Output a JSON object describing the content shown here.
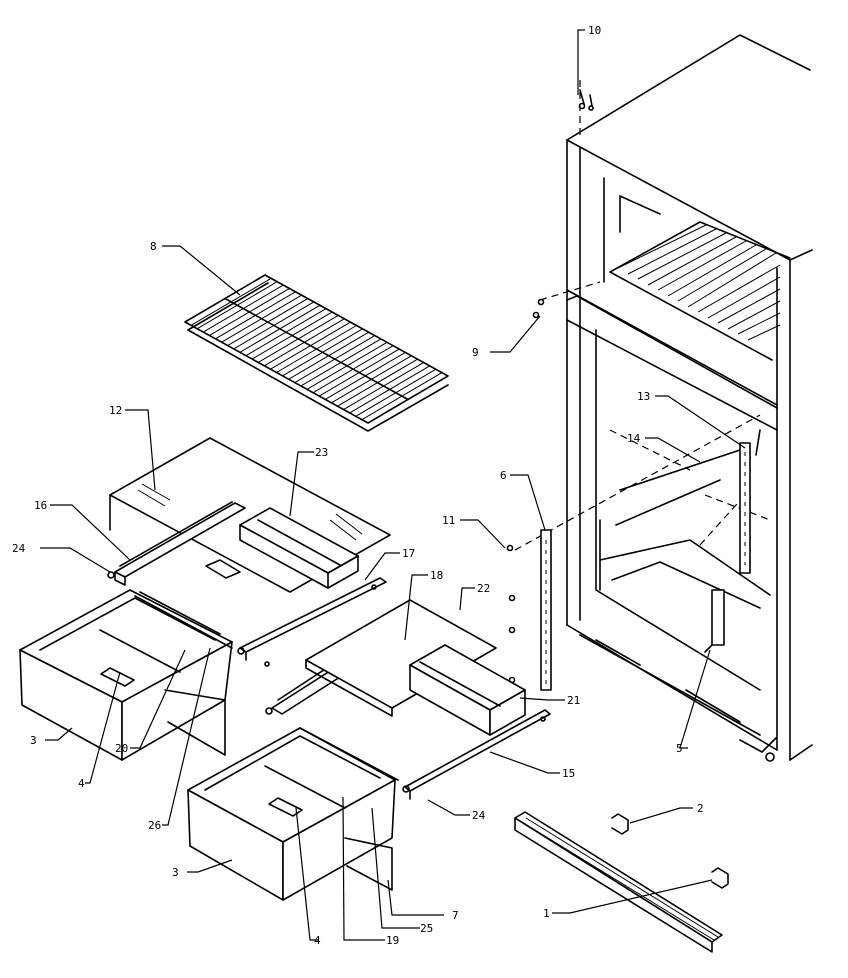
{
  "callouts": {
    "c1": "1",
    "c2": "2",
    "c3a": "3",
    "c3b": "3",
    "c4a": "4",
    "c4b": "4",
    "c5": "5",
    "c6": "6",
    "c7": "7",
    "c8": "8",
    "c9": "9",
    "c10": "10",
    "c11": "11",
    "c12": "12",
    "c13": "13",
    "c14": "14",
    "c15": "15",
    "c16": "16",
    "c17": "17",
    "c18": "18",
    "c19": "19",
    "c20": "20",
    "c21": "21",
    "c22": "22",
    "c23": "23",
    "c24a": "24",
    "c24b": "24",
    "c25": "25",
    "c26": "26"
  },
  "colors": {
    "ink": "#000000",
    "paper": "#ffffff"
  }
}
